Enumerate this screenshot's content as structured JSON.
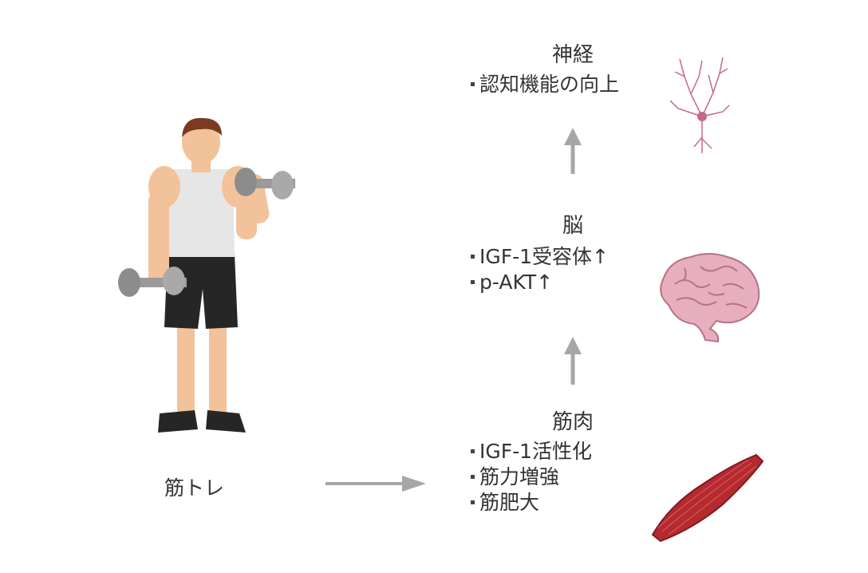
{
  "caption": "筋トレ",
  "nerve": {
    "title": "神経",
    "items": [
      "認知機能の向上"
    ]
  },
  "brain": {
    "title": "脳",
    "items": [
      "IGF-1受容体↑",
      "p-AKT↑"
    ]
  },
  "muscle": {
    "title": "筋肉",
    "items": [
      "IGF-1活性化",
      "筋力増強",
      "筋肥大"
    ]
  },
  "colors": {
    "arrow": "#a6a6a6",
    "text": "#333333",
    "neuron": "#c46a85",
    "brain": "#e7aebd",
    "muscle": "#b52a2f"
  },
  "icons": [
    "man-lifting-dumbbells-illustration",
    "neuron-icon",
    "brain-icon",
    "muscle-icon"
  ]
}
